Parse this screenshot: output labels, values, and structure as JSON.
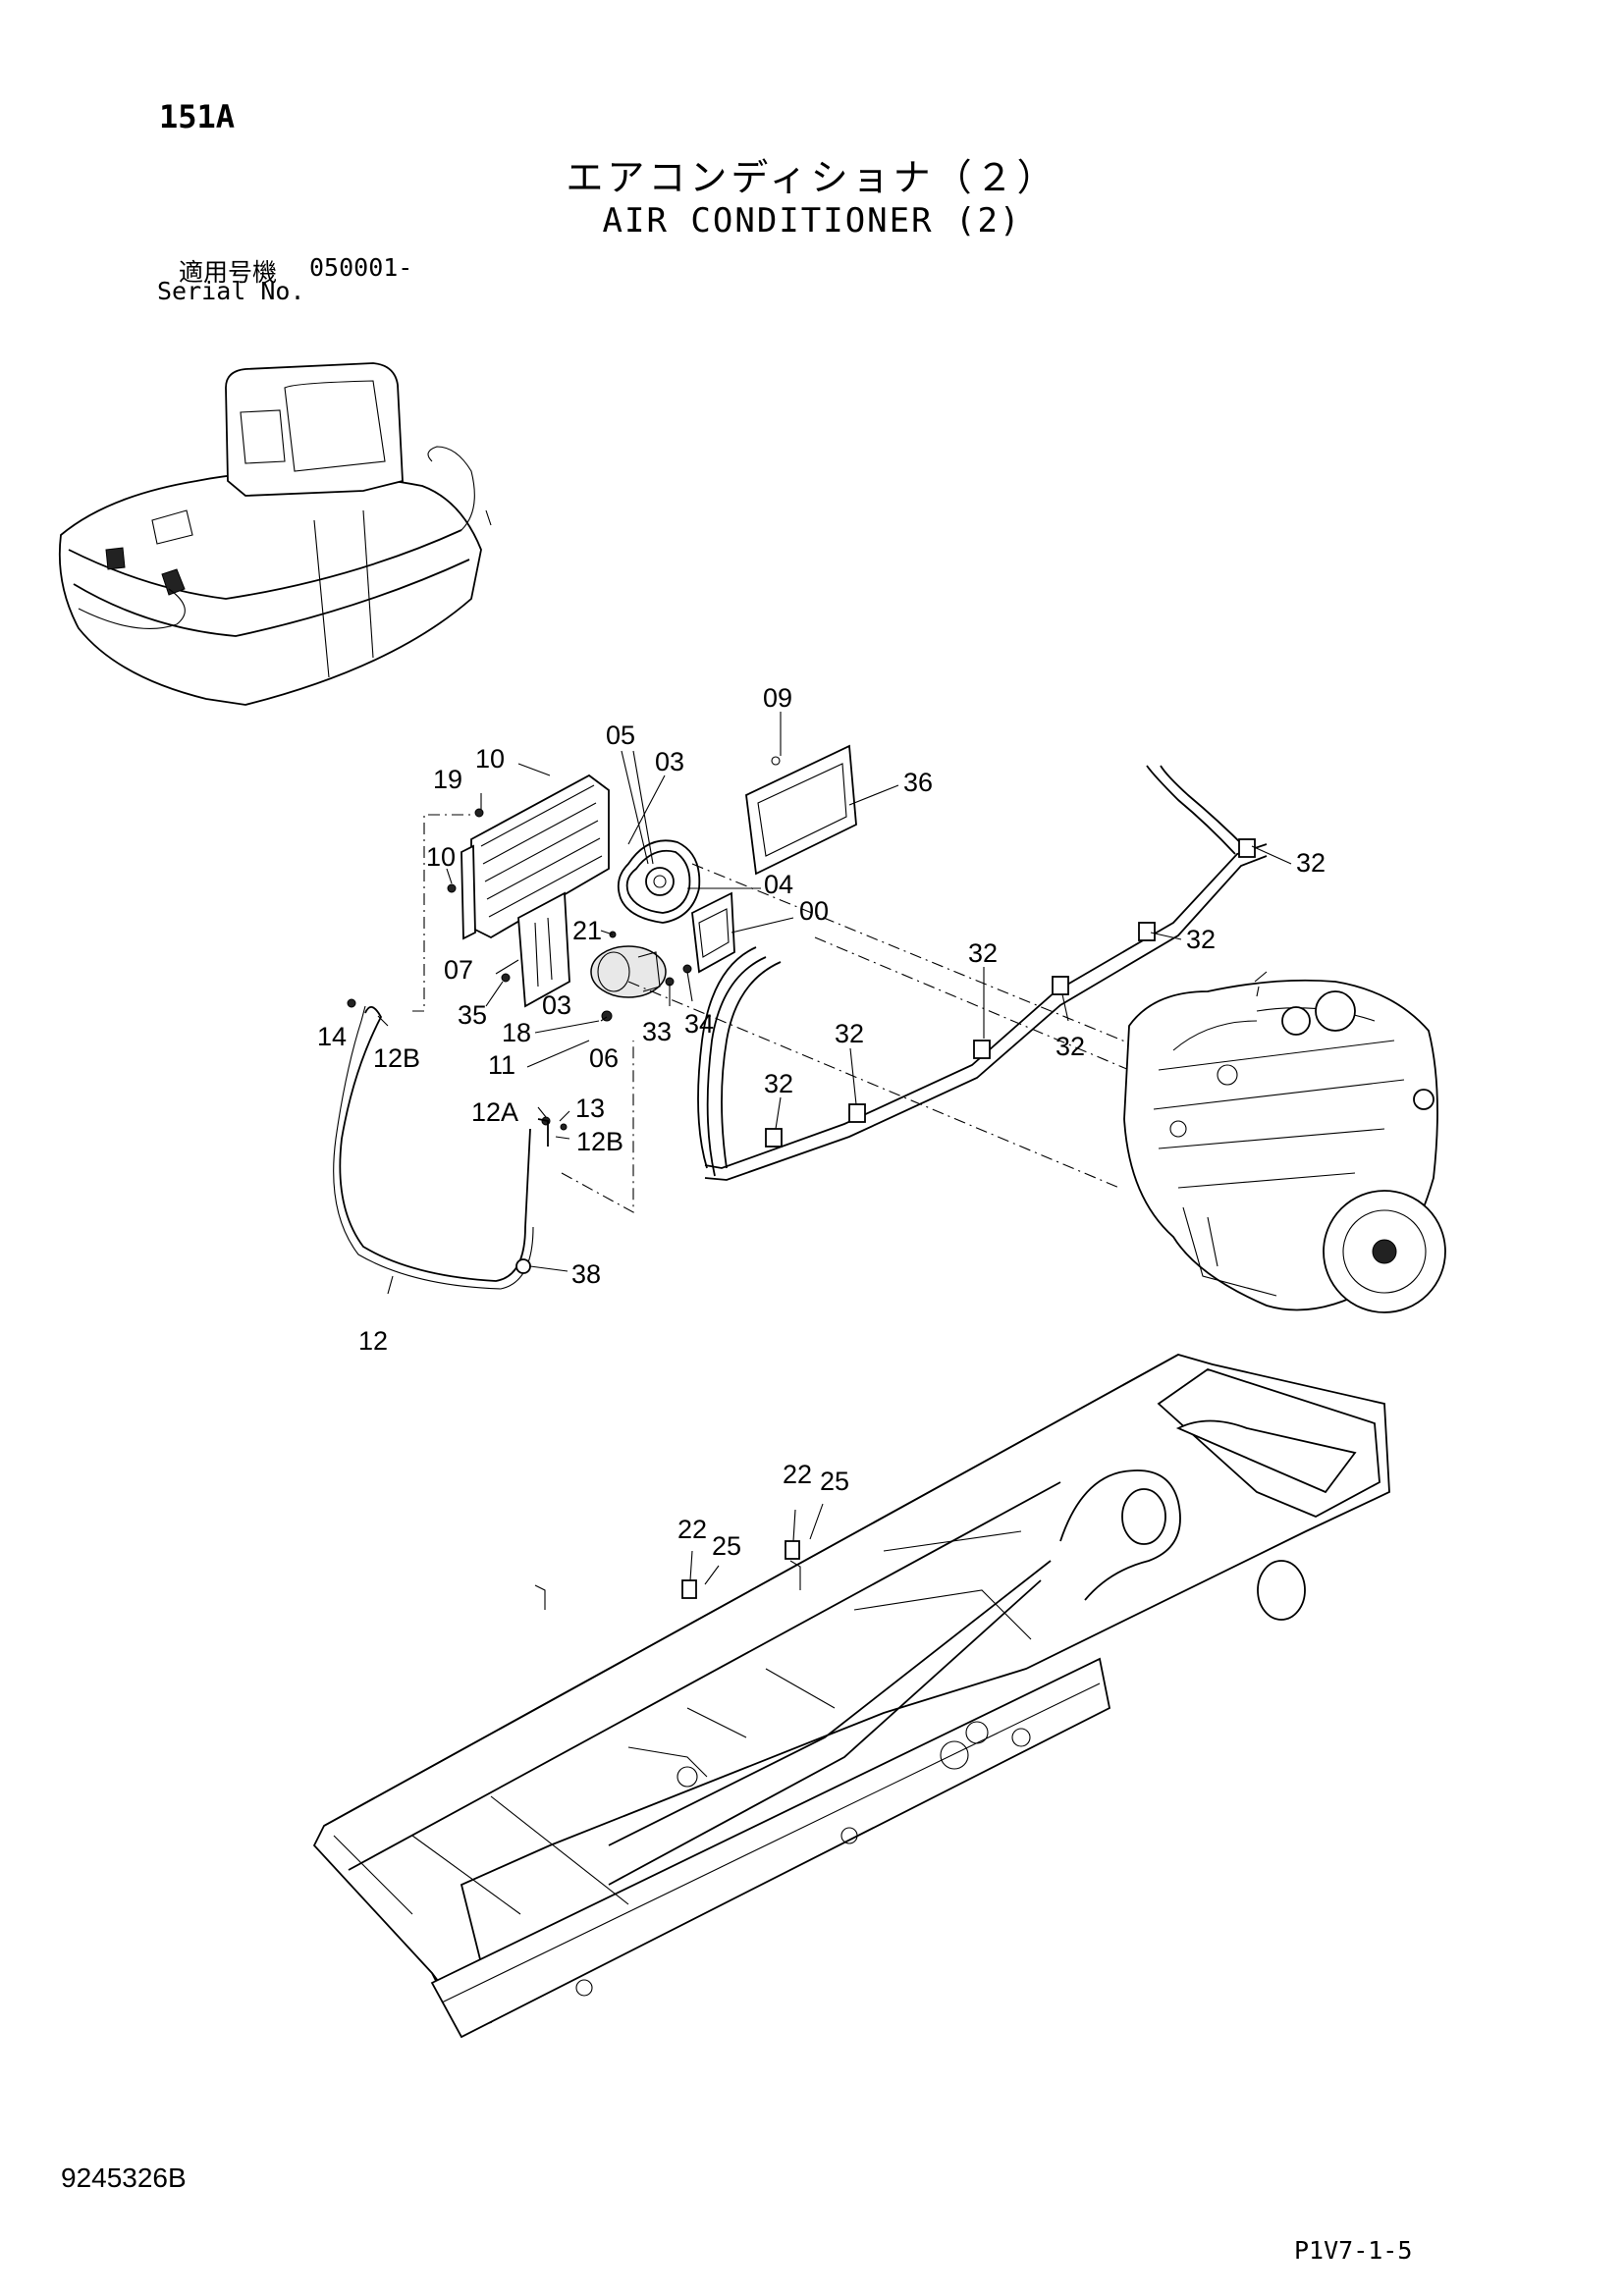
{
  "header": {
    "page_code": "151A",
    "title_jp": "エアコンディショナ（２）",
    "title_en": "AIR CONDITIONER (2)",
    "serial_label_jp": "適用号機",
    "serial_range": "050001-",
    "serial_label_en": "Serial No."
  },
  "callouts": {
    "c09": "09",
    "c05": "05",
    "c03a": "03",
    "c10a": "10",
    "c19": "19",
    "c36": "36",
    "c10b": "10",
    "c04": "04",
    "c00": "00",
    "c21": "21",
    "c07": "07",
    "c35": "35",
    "c03b": "03",
    "c18": "18",
    "c14": "14",
    "c12Ba": "12B",
    "c11": "11",
    "c06": "06",
    "c33": "33",
    "c34": "34",
    "c12A": "12A",
    "c13": "13",
    "c12Bb": "12B",
    "c38": "38",
    "c12": "12",
    "c32a": "32",
    "c32b": "32",
    "c32c": "32",
    "c32d": "32",
    "c32e": "32",
    "c32f": "32",
    "c22a": "22",
    "c25a": "25",
    "c22b": "22",
    "c25b": "25"
  },
  "footer": {
    "drawing_number": "9245326B",
    "page_ref": "P1V7-1-5"
  }
}
